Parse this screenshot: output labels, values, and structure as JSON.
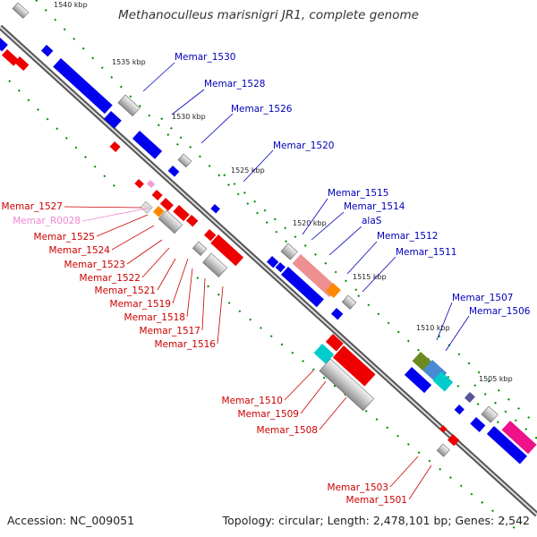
{
  "title": "Methanoculleus marisnigri JR1, complete genome",
  "footer": {
    "accession": "Accession: NC_009051",
    "summary": "Topology: circular; Length: 2,478,101 bp; Genes: 2,542"
  },
  "colors": {
    "forward_gene": "#0000ee",
    "reverse_gene": "#ee0000",
    "forward_label": "#0000bb",
    "reverse_label": "#cc0000",
    "rna_label": "#ee88cc",
    "backbone": "#888888",
    "tick": "#008800"
  },
  "ticks": [
    "1540 kbp",
    "1535 kbp",
    "1530 kbp",
    "1525 kbp",
    "1520 kbp",
    "1515 kbp",
    "1510 kbp",
    "1505 kbp"
  ],
  "gene_labels": [
    "Memar_1530",
    "Memar_1528",
    "Memar_1526",
    "Memar_1520",
    "Memar_1515",
    "Memar_1514",
    "alaS",
    "Memar_1512",
    "Memar_1511",
    "Memar_1507",
    "Memar_1506",
    "Memar_1527",
    "Memar_R0028",
    "Memar_1525",
    "Memar_1524",
    "Memar_1523",
    "Memar_1522",
    "Memar_1521",
    "Memar_1519",
    "Memar_1518",
    "Memar_1517",
    "Memar_1516",
    "Memar_1510",
    "Memar_1509",
    "Memar_1508",
    "Memar_1503",
    "Memar_1501"
  ]
}
